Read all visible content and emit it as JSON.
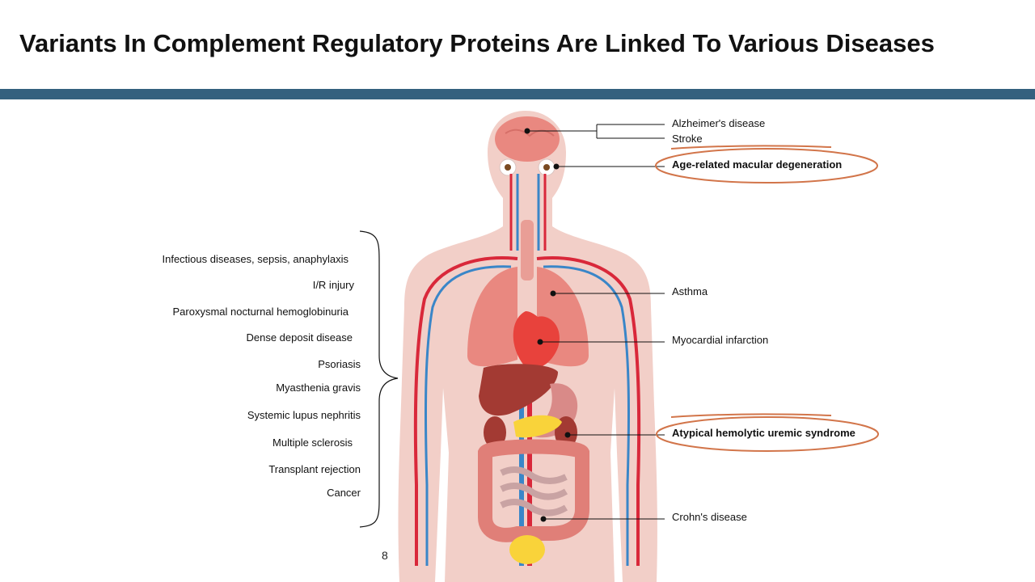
{
  "title": "Variants In Complement Regulatory Proteins Are Linked To Various Diseases",
  "right_labels": {
    "alzheimers": "Alzheimer's disease",
    "stroke": "Stroke",
    "amd": "Age-related macular degeneration",
    "asthma": "Asthma",
    "mi": "Myocardial infarction",
    "ahus": "Atypical hemolytic uremic syndrome",
    "crohns": "Crohn's disease"
  },
  "left_labels": [
    "Infectious diseases, sepsis, anaphylaxis",
    "I/R injury",
    "Paroxysmal nocturnal hemoglobinuria",
    "Dense deposit disease",
    "Psoriasis",
    "Myasthenia gravis",
    "Systemic lupus nephritis",
    "Multiple sclerosis",
    "Transplant rejection",
    "Cancer"
  ],
  "page_number": "8",
  "colors": {
    "header_bar": "#34607e",
    "skin": "#f2cfc8",
    "artery": "#d9283a",
    "vein": "#3a86c8",
    "highlight_circle": "#d2754a",
    "organ_pink": "#e98880",
    "heart": "#e8423c",
    "liver": "#a33a33",
    "pancreas": "#f9d33a",
    "bladder": "#f9d33a"
  }
}
